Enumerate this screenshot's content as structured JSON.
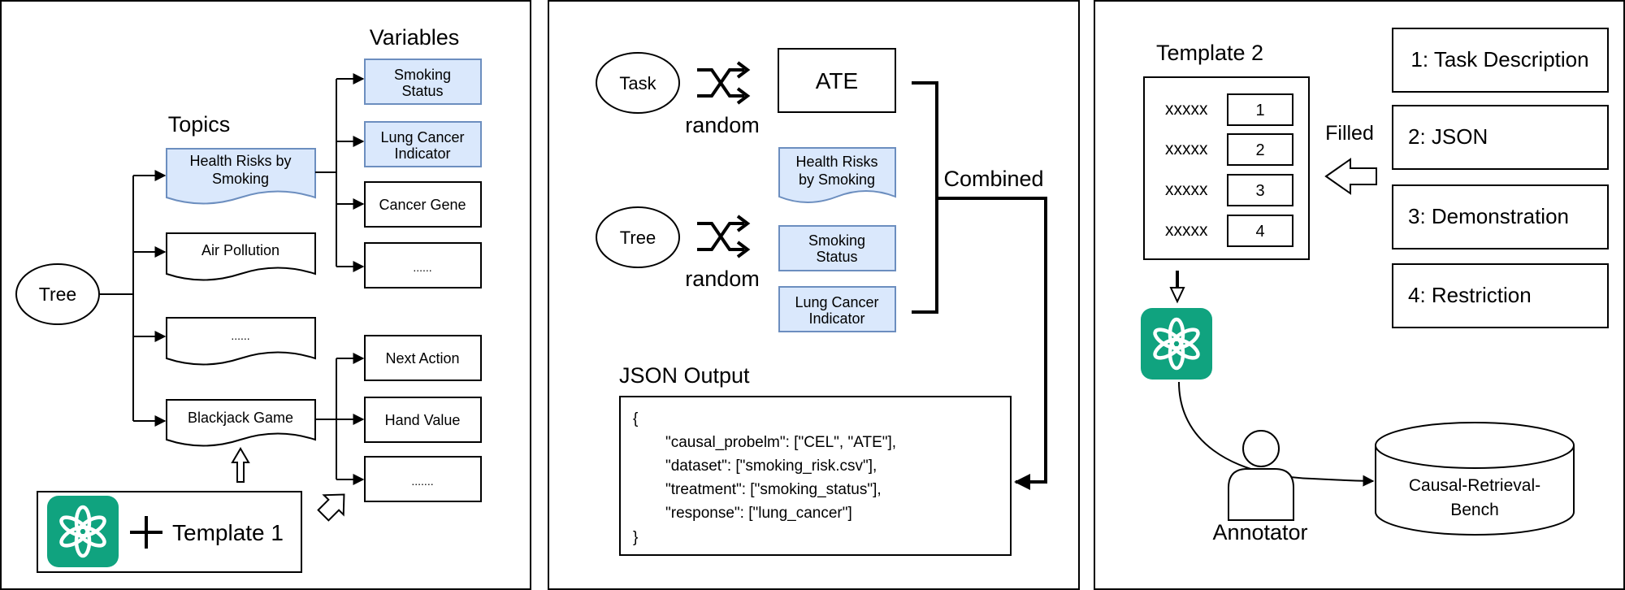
{
  "panel1": {
    "variables_heading": "Variables",
    "topics_heading": "Topics",
    "tree_label": "Tree",
    "topics": [
      "Health Risks by Smoking",
      "Air Pollution",
      "......",
      "Blackjack Game"
    ],
    "variables_top": [
      "Smoking Status",
      "Lung Cancer Indicator",
      "Cancer Gene",
      "......"
    ],
    "variables_bottom": [
      "Next Action",
      "Hand Value",
      "......."
    ],
    "template_label": "Template 1",
    "plus_sign": "+"
  },
  "panel2": {
    "task_label": "Task",
    "tree_label": "Tree",
    "random_label": "random",
    "ate_label": "ATE",
    "topic_label": "Health Risks by Smoking",
    "variable_labels": [
      "Smoking Status",
      "Lung Cancer Indicator"
    ],
    "combined_label": "Combined",
    "json_heading": "JSON Output",
    "json_lines": [
      "{",
      "\"causal_probelm\": [\"CEL\", \"ATE\"],",
      "\"dataset\": [\"smoking_risk.csv\"],",
      "\"treatment\": [\"smoking_status\"],",
      "\"response\": [\"lung_cancer\"]",
      "}"
    ]
  },
  "panel3": {
    "template_heading": "Template 2",
    "placeholder": "xxxxx",
    "slots": [
      "1",
      "2",
      "3",
      "4"
    ],
    "filled_label": "Filled",
    "fill_items": [
      "1: Task Description",
      "2: JSON",
      "3: Demonstration",
      "4: Restriction"
    ],
    "annotator_label": "Annotator",
    "database_label": "Causal-Retrieval-Bench"
  },
  "colors": {
    "accent_green": "#10a37f",
    "blue_fill": "#dae8fc",
    "blue_stroke": "#6c8ebf"
  },
  "icons": [
    "openai-logo-icon",
    "shuffle-icon",
    "person-icon",
    "database-icon",
    "hollow-arrow-icon"
  ]
}
